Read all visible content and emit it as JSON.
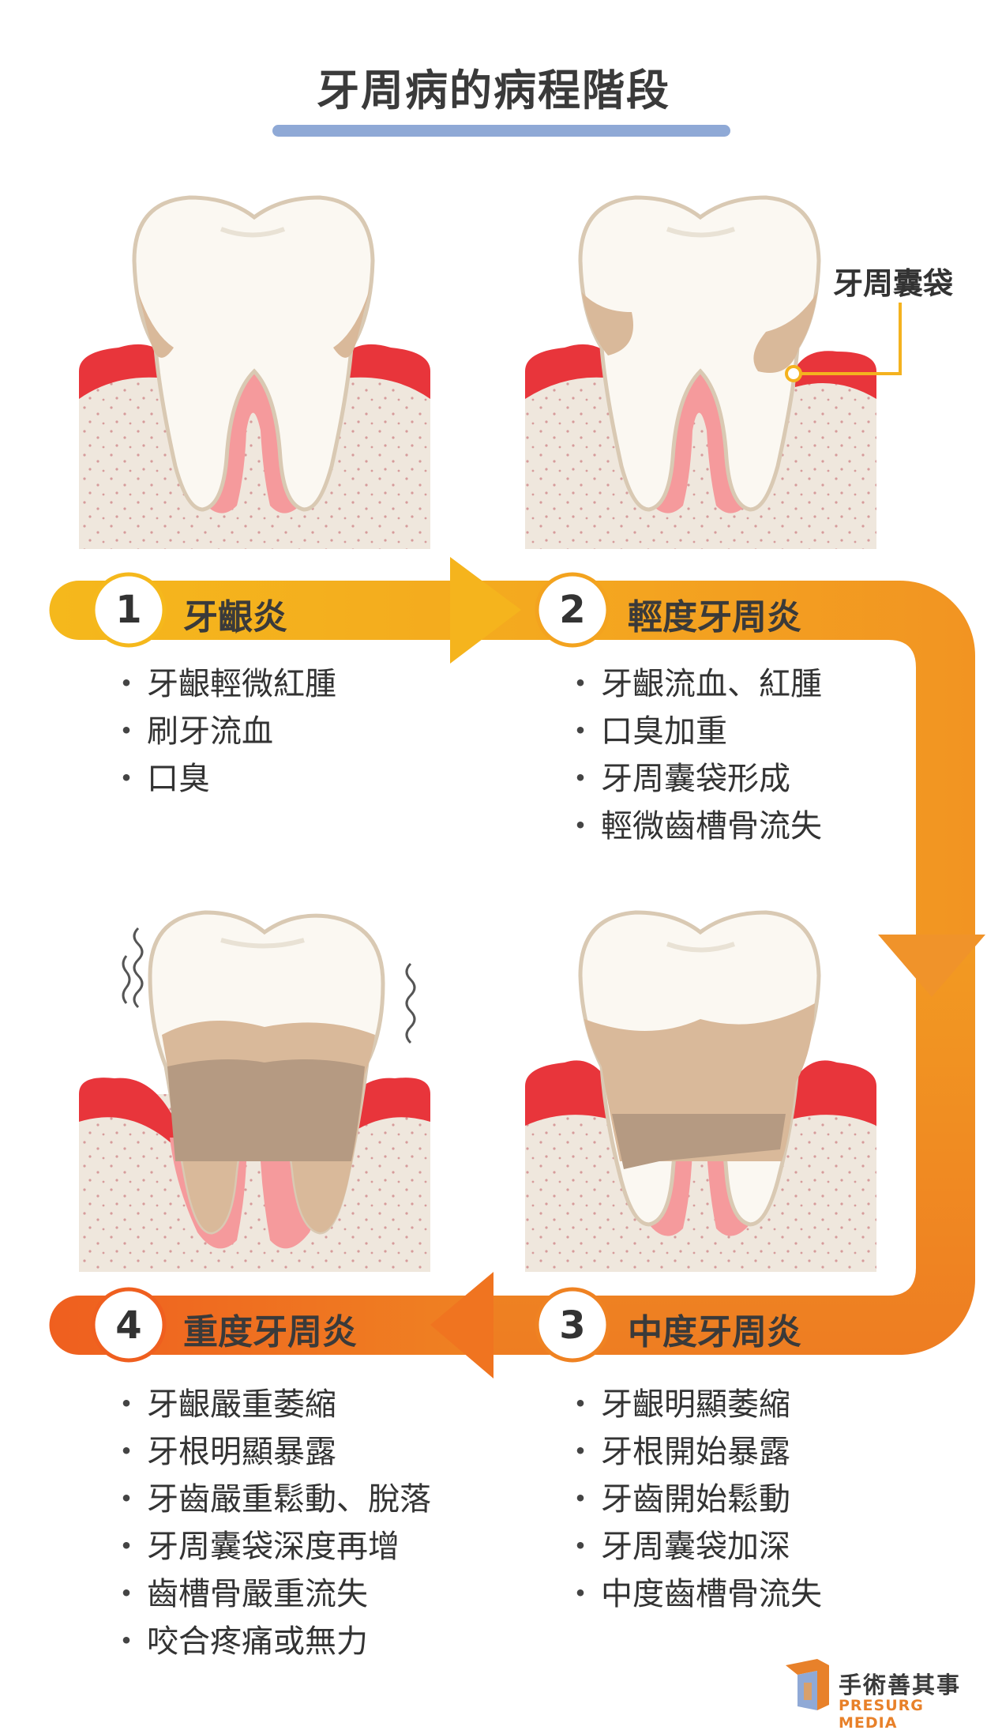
{
  "title": "牙周病的病程階段",
  "callout": "牙周囊袋",
  "stages": [
    {
      "number": "1",
      "label": "牙齦炎",
      "items": [
        "牙齦輕微紅腫",
        "刷牙流血",
        "口臭"
      ]
    },
    {
      "number": "2",
      "label": "輕度牙周炎",
      "items": [
        "牙齦流血、紅腫",
        "口臭加重",
        "牙周囊袋形成",
        "輕微齒槽骨流失"
      ]
    },
    {
      "number": "3",
      "label": "中度牙周炎",
      "items": [
        "牙齦明顯萎縮",
        "牙根開始暴露",
        "牙齒開始鬆動",
        "牙周囊袋加深",
        "中度齒槽骨流失"
      ]
    },
    {
      "number": "4",
      "label": "重度牙周炎",
      "items": [
        "牙齦嚴重萎縮",
        "牙根明顯暴露",
        "牙齒嚴重鬆動、脫落",
        "牙周囊袋深度再增",
        "齒槽骨嚴重流失",
        "咬合疼痛或無力"
      ]
    }
  ],
  "logo": {
    "name": "手術善其事",
    "sub": "PRESURG MEDIA"
  },
  "colors": {
    "arrow_yellow": "#f4b21f",
    "arrow_orange": "#f29a22",
    "arrow_deep": "#ef6b1f",
    "gum_red": "#e8353b",
    "gum_pink": "#f59a9c",
    "bone": "#efe7dd",
    "tooth": "#fbf8f2",
    "tartar": "#d9b99a",
    "title_bar": "#8fa9d6"
  }
}
